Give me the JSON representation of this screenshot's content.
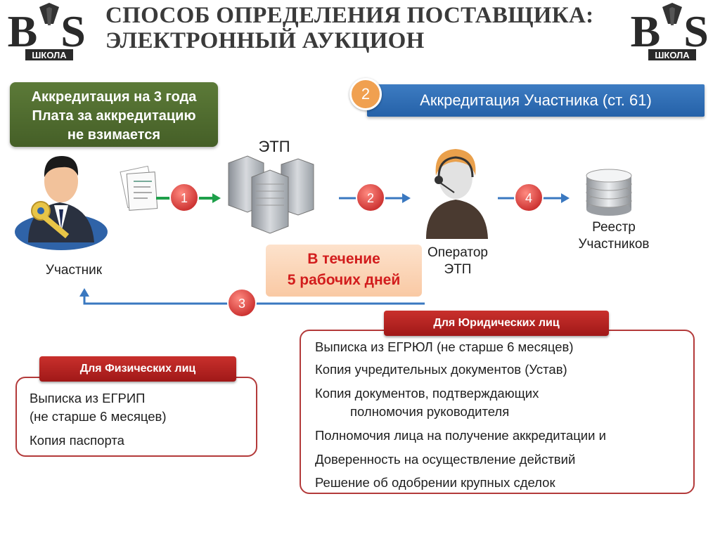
{
  "title": {
    "line1": "СПОСОБ ОПРЕДЕЛЕНИЯ ПОСТАВЩИКА:",
    "line2": "ЭЛЕКТРОННЫЙ АУКЦИОН"
  },
  "logo": {
    "letters_left": "B",
    "letters_right": "S",
    "caption": "ШКОЛА"
  },
  "accreditation_box": {
    "line1": "Аккредитация на 3 года",
    "line2": "Плата за аккредитацию",
    "line3": "не взимается"
  },
  "banner": {
    "number": "2",
    "text": "Аккредитация Участника (ст. 61)"
  },
  "nodes": {
    "participant": "Участник",
    "etp": "ЭТП",
    "operator_line1": "Оператор",
    "operator_line2": "ЭТП",
    "registry_line1": "Реестр",
    "registry_line2": "Участников"
  },
  "steps": [
    "1",
    "2",
    "3",
    "4"
  ],
  "deadline": {
    "line1": "В течение",
    "line2": "5 рабочих дней"
  },
  "individuals": {
    "tab": "Для Физических лиц",
    "items": [
      "Выписка из ЕГРИП",
      "(не старше 6 месяцев)",
      "Копия паспорта"
    ]
  },
  "legal_entities": {
    "tab": "Для Юридических лиц",
    "items": [
      "Выписка из ЕГРЮЛ (не старше 6 месяцев)",
      "Копия учредительных документов (Устав)",
      "Копия документов, подтверждающих",
      "полномочия руководителя",
      "Полномочия лица на получение аккредитации и",
      "Доверенность на осуществление действий",
      "Решение об одобрении крупных сделок"
    ]
  },
  "colors": {
    "green": "#4f6b2f",
    "blue": "#2f6db5",
    "red": "#b82424",
    "orange": "#f0a050",
    "arrow_green": "#1ea04a",
    "arrow_blue": "#3a78c0"
  }
}
